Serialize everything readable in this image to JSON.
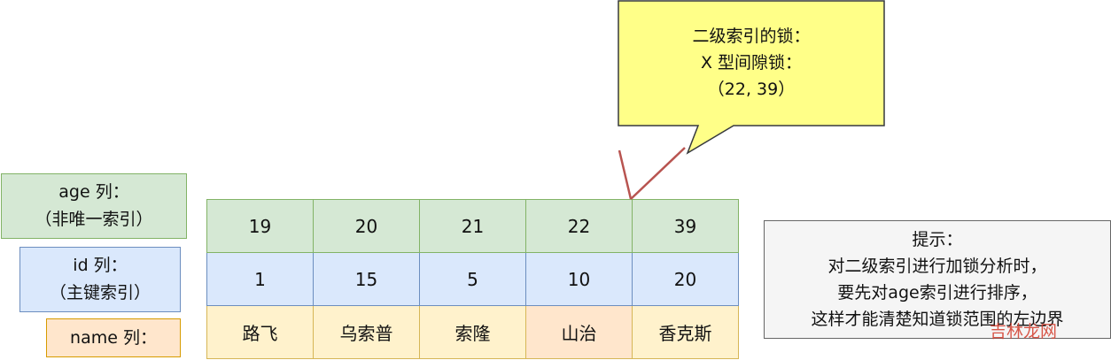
{
  "labels": {
    "age_line1": "age 列：",
    "age_line2": "（非唯一索引）",
    "id_line1": "id 列：",
    "id_line2": "（主键索引）",
    "name_line1": "name 列："
  },
  "table": {
    "age": [
      "19",
      "20",
      "21",
      "22",
      "39"
    ],
    "id": [
      "1",
      "15",
      "5",
      "10",
      "20"
    ],
    "name": [
      "路飞",
      "乌索普",
      "索隆",
      "山治",
      "香克斯"
    ]
  },
  "callout": {
    "line1": "二级索引的锁：",
    "line2": "X 型间隙锁：",
    "line3": "（22, 39）"
  },
  "hint": {
    "line1": "提示：",
    "line2": "对二级索引进行加锁分析时，",
    "line3": "要先对age索引进行排序，",
    "line4": "这样才能清楚知道锁范围的左边界"
  },
  "watermark": "吉林龙网",
  "colors": {
    "age_fill": "#d5e8d4",
    "id_fill": "#dae8fc",
    "name_fill": "#fff2cc",
    "callout_fill": "#ffff88",
    "gap_line": "#b85450"
  }
}
